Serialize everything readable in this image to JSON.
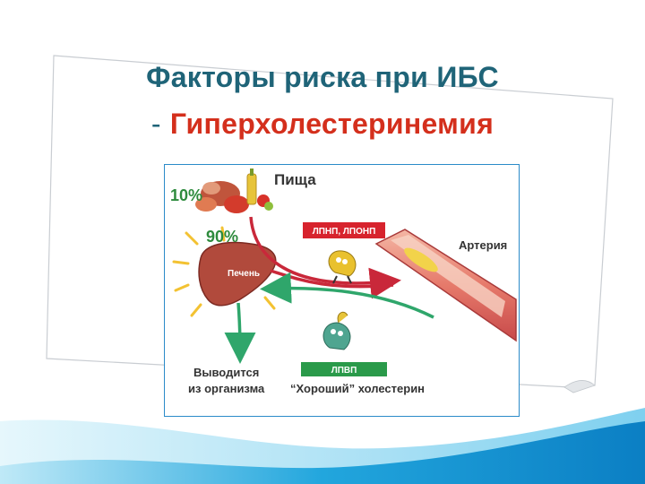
{
  "slide": {
    "title_line1": "Факторы риска при ИБС",
    "title_line2_prefix": "-",
    "title_line2_accent": "Гиперхолестеринемия"
  },
  "diagram": {
    "food_percent": "10%",
    "food_label": "Пища",
    "liver_percent": "90%",
    "liver_label": "Печень",
    "ldl_badge": "ЛПНП, ЛПОНП",
    "artery_label": "Артерия",
    "hdl_badge": "ЛПВП",
    "excreted_label_line1": "Выводится",
    "excreted_label_line2": "из организма",
    "good_cholesterol_label": "“Хороший” холестерин"
  },
  "colors": {
    "title": "#1f6478",
    "title_accent": "#d42f1c",
    "frame_border": "#2b8bc9",
    "badge_red": "#d7232d",
    "badge_green": "#2a9a4a",
    "arrow_red": "#c9283a",
    "arrow_green": "#2fa66b",
    "percent_green": "#2e8b3d",
    "wave": "#1aa0d8"
  }
}
